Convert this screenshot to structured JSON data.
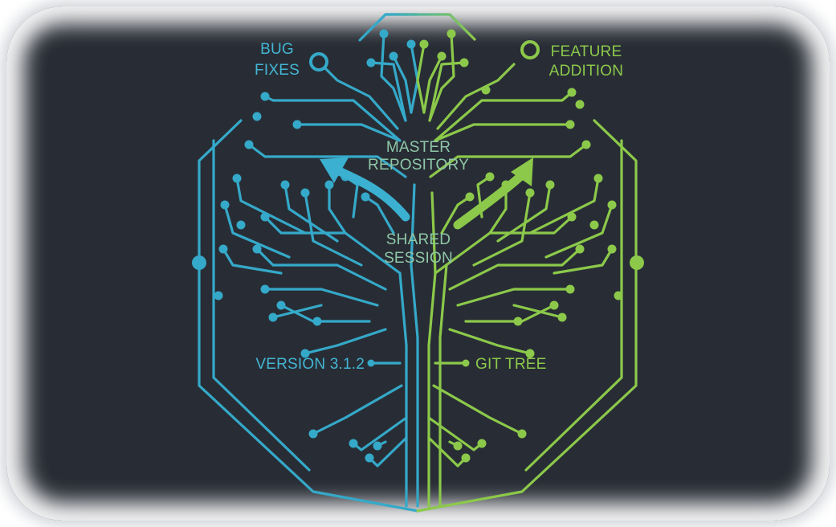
{
  "labels": {
    "bug_fixes_line1": "BUG",
    "bug_fixes_line2": "FIXES",
    "feature_line1": "FEATURE",
    "feature_line2": "ADDITION",
    "master_line1": "MASTER",
    "master_line2": "REPOSITORY",
    "shared_line1": "SHARED",
    "shared_line2": "SESSION",
    "version": "VERSION 3.1.2",
    "git_tree": "GIT TREE"
  },
  "colors": {
    "background": "#282d35",
    "blue": "#35a9c9",
    "green": "#8cc94a"
  }
}
